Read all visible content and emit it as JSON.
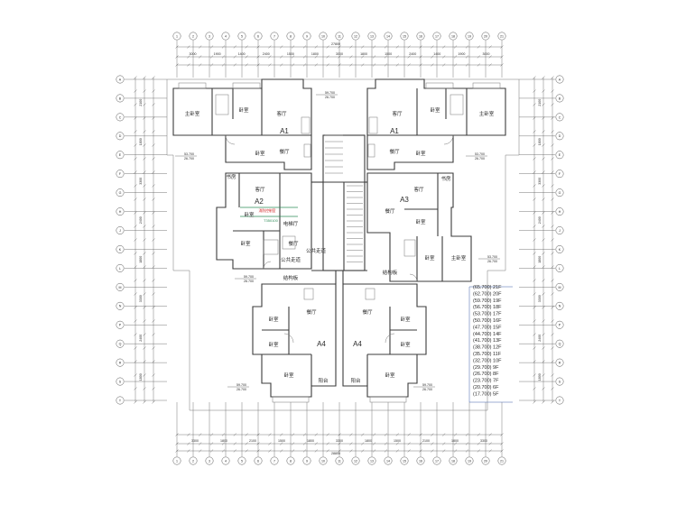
{
  "rooms": {
    "master_bed_left": "主卧室",
    "bed_left_1": "卧室",
    "living_a1_left": "客厅",
    "dining_a1_left": "餐厅",
    "bed_left_2": "卧室",
    "study_left": "书房",
    "living_a2": "客厅",
    "bed_a2_1": "卧室",
    "bed_a2_2": "卧室",
    "dining_a2": "餐厅",
    "elevator_hall": "电梯厅",
    "master_bed_right": "主卧室",
    "bed_right_1": "卧室",
    "living_a1_right": "客厅",
    "dining_a1_right": "餐厅",
    "bed_right_2": "卧室",
    "study_right": "书房",
    "living_a3": "客厅",
    "dining_a3": "餐厅",
    "bed_a3_1": "卧室",
    "bed_a3_2": "卧室",
    "master_bed_a3": "主卧室",
    "bed_a4l_1": "卧室",
    "bed_a4l_2": "卧室",
    "dining_a4l": "餐厅",
    "bed_a4l_3": "卧室",
    "bed_a4r_1": "卧室",
    "bed_a4r_2": "卧室",
    "dining_a4r": "餐厅",
    "bed_a4r_3": "卧室",
    "balcony_left": "阳台",
    "balcony_right": "阳台",
    "corridor": "公共走道",
    "corridor_2": "公共走道",
    "structural_left": "结构板",
    "structural_right": "结构板"
  },
  "units": {
    "a1_left": "A1",
    "a1_right": "A1",
    "a2": "A2",
    "a3": "A3",
    "a4_left": "A4",
    "a4_right": "A4"
  },
  "notes": {
    "red_label": "消防控制室",
    "elev_note": "T350100"
  },
  "levels": {
    "top_center": "59.700\n26.700",
    "left_mid": "53.700\n26.700",
    "right_mid": "53.700\n26.700",
    "left_low": "59.700\n26.700",
    "right_far": "53.700\n26.700",
    "bottom_left": "59.700\n26.700",
    "bottom_right": "59.700\n26.700",
    "schedule": [
      "(65.700) 21F",
      "(62.700) 20F",
      "(59.700) 19F",
      "(56.700) 18F",
      "(53.700) 17F",
      "(50.700) 16F",
      "(47.700) 15F",
      "(44.700) 14F",
      "(41.700) 13F",
      "(38.700) 12F",
      "(35.700) 11F",
      "(32.700) 10F",
      "(29.700) 9F",
      "(26.700) 8F",
      "(23.700) 7F",
      "(20.700) 6F",
      "(17.700) 5F"
    ]
  },
  "grid_top": [
    "1",
    "2",
    "3",
    "4",
    "5",
    "6",
    "7",
    "8",
    "9",
    "10",
    "11",
    "12",
    "13",
    "14",
    "15",
    "16",
    "17",
    "18",
    "19",
    "20",
    "21"
  ],
  "grid_bottom": [
    "1",
    "2",
    "3",
    "4",
    "5",
    "6",
    "7",
    "8",
    "9",
    "10",
    "11",
    "12",
    "13",
    "14",
    "15",
    "16",
    "17",
    "18",
    "19",
    "20",
    "21"
  ],
  "grid_left": [
    "A",
    "B",
    "C",
    "D",
    "E",
    "F",
    "G",
    "H",
    "J",
    "K",
    "L",
    "M",
    "N",
    "P",
    "Q",
    "R",
    "S",
    "T"
  ],
  "grid_right": [
    "A",
    "B",
    "C",
    "D",
    "E",
    "F",
    "G",
    "H",
    "J",
    "K",
    "L",
    "M",
    "N",
    "P",
    "Q",
    "R",
    "S",
    "T"
  ],
  "dims": {
    "top_total": "27800",
    "bottom_total": "28800",
    "top_segments": [
      "3000",
      "1900",
      "1400",
      "2400",
      "1500",
      "1800",
      "3000",
      "1800",
      "1500",
      "2400",
      "1400",
      "1900",
      "3000"
    ],
    "bottom_segments": [
      "3300",
      "1800",
      "2100",
      "1500",
      "1800",
      "3300",
      "1800",
      "1500",
      "2100",
      "1800",
      "3300"
    ],
    "left_segments": [
      "2100",
      "1800",
      "3300",
      "2400",
      "1800",
      "3300",
      "2400",
      "1800"
    ],
    "right_segments": [
      "2100",
      "1800",
      "3300",
      "2400",
      "1800",
      "3300",
      "2400",
      "1800"
    ]
  }
}
